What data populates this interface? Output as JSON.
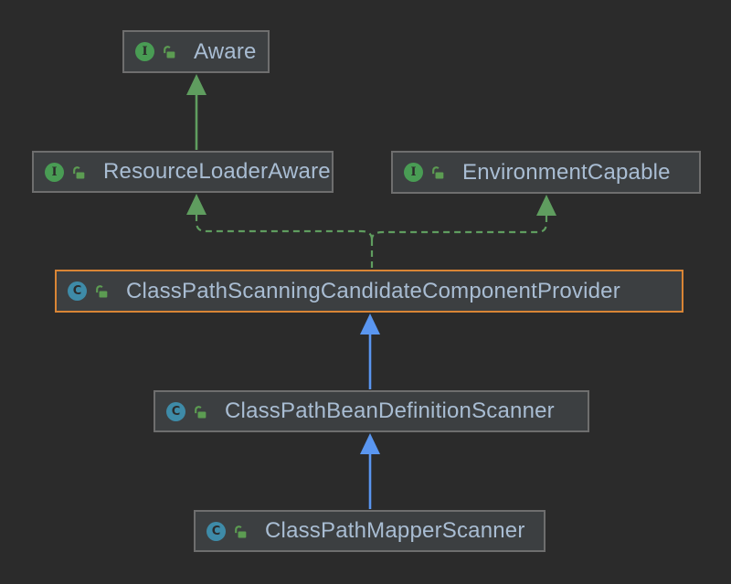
{
  "diagram": {
    "kind": "uml-class-hierarchy",
    "nodes": [
      {
        "id": "aware",
        "label": "Aware",
        "type": "interface",
        "icon_letter": "I",
        "selected": false
      },
      {
        "id": "resource-loader-aware",
        "label": "ResourceLoaderAware",
        "type": "interface",
        "icon_letter": "I",
        "selected": false
      },
      {
        "id": "environment-capable",
        "label": "EnvironmentCapable",
        "type": "interface",
        "icon_letter": "I",
        "selected": false
      },
      {
        "id": "class-path-scanning-candidate-component-provider",
        "label": "ClassPathScanningCandidateComponentProvider",
        "type": "class",
        "icon_letter": "C",
        "selected": true
      },
      {
        "id": "class-path-bean-definition-scanner",
        "label": "ClassPathBeanDefinitionScanner",
        "type": "class",
        "icon_letter": "C",
        "selected": false
      },
      {
        "id": "class-path-mapper-scanner",
        "label": "ClassPathMapperScanner",
        "type": "class",
        "icon_letter": "C",
        "selected": false
      }
    ],
    "edges": [
      {
        "from": "ResourceLoaderAware",
        "to": "Aware",
        "relation": "extends",
        "line": "solid",
        "color": "#5f9d5f"
      },
      {
        "from": "ClassPathScanningCandidateComponentProvider",
        "to": "ResourceLoaderAware",
        "relation": "implements",
        "line": "dashed",
        "color": "#5f9d5f"
      },
      {
        "from": "ClassPathScanningCandidateComponentProvider",
        "to": "EnvironmentCapable",
        "relation": "implements",
        "line": "dashed",
        "color": "#5f9d5f"
      },
      {
        "from": "ClassPathBeanDefinitionScanner",
        "to": "ClassPathScanningCandidateComponentProvider",
        "relation": "extends",
        "line": "solid",
        "color": "#5a96f0"
      },
      {
        "from": "ClassPathMapperScanner",
        "to": "ClassPathBeanDefinitionScanner",
        "relation": "extends",
        "line": "solid",
        "color": "#5a96f0"
      }
    ],
    "colors": {
      "background": "#2b2b2b",
      "node_fill": "#3c3f41",
      "node_border": "#6e6e6e",
      "selected_border": "#d98535",
      "label_text": "#a9bdd3",
      "interface_icon": "#499c54",
      "class_icon": "#3e8ba8",
      "lock_icon": "#5c9c52",
      "extends_interface_arrow": "#5f9d5f",
      "extends_class_arrow": "#5a96f0"
    }
  }
}
